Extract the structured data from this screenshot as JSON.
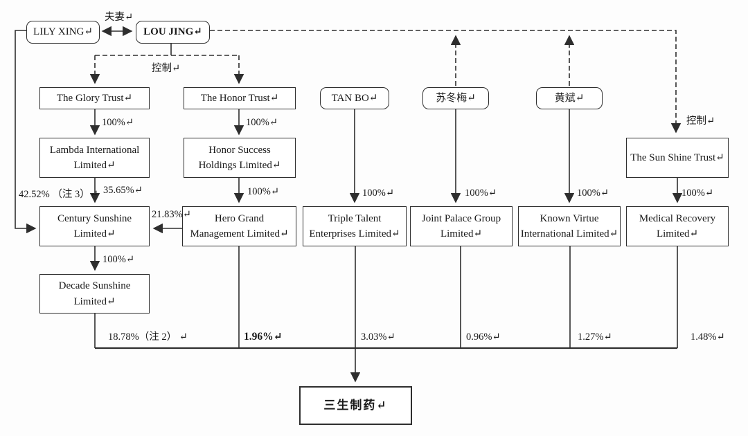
{
  "diagram_title": "ownership-structure-chart",
  "colors": {
    "ink": "#2e2e2e",
    "background": "#fdfdfd"
  },
  "nodes": {
    "lily": {
      "label": "LILY XING↵"
    },
    "lou": {
      "label": "LOU JING↵"
    },
    "glory": {
      "label": "The Glory Trust↵"
    },
    "honor": {
      "label": "The Honor Trust↵"
    },
    "tanbo": {
      "label": "TAN BO↵"
    },
    "su": {
      "label": "苏冬梅↵"
    },
    "huang": {
      "label": "黄斌↵"
    },
    "lambda": {
      "line1": "Lambda International",
      "line2": "Limited↵"
    },
    "honorsuccess": {
      "line1": "Honor Success",
      "line2": "Holdings Limited↵"
    },
    "sunshine": {
      "label": "The Sun Shine Trust↵"
    },
    "century": {
      "line1": "Century Sunshine",
      "line2": "Limited↵"
    },
    "herogrand": {
      "line1": "Hero Grand",
      "line2": "Management Limited↵"
    },
    "triple": {
      "line1": "Triple Talent",
      "line2": "Enterprises Limited↵"
    },
    "jointpalace": {
      "line1": "Joint Palace Group",
      "line2": "Limited↵"
    },
    "knownvirtue": {
      "line1": "Known Virtue",
      "line2": "International Limited↵"
    },
    "medical": {
      "line1": "Medical Recovery",
      "line2": "Limited↵"
    },
    "decade": {
      "line1": "Decade Sunshine",
      "line2": "Limited↵"
    },
    "target": {
      "label": "三生制药↵"
    }
  },
  "edge_labels": {
    "spouse": "夫妻↵",
    "control_top": "控制↵",
    "control_right": "控制↵",
    "glory_lambda": "100%↵",
    "honor_honorsuccess": "100%↵",
    "honorsuccess_herogrand": "100%↵",
    "lambda_century_left": "42.52% （注 3）↵",
    "lambda_century_right": "35.65%↵",
    "herogrand_century": "21.83%↵",
    "century_decade": "100%↵",
    "tanbo_triple": "100%↵",
    "su_jointpalace": "100%↵",
    "huang_knownvirtue": "100%↵",
    "sunshine_medical": "100%↵",
    "decade_target": "18.78%（注 2） ↵",
    "herogrand_target": "1.96%↵",
    "triple_target": "3.03%↵",
    "jointpalace_target": "0.96%↵",
    "knownvirtue_target": "1.27%↵",
    "medical_target": "1.48%↵"
  }
}
